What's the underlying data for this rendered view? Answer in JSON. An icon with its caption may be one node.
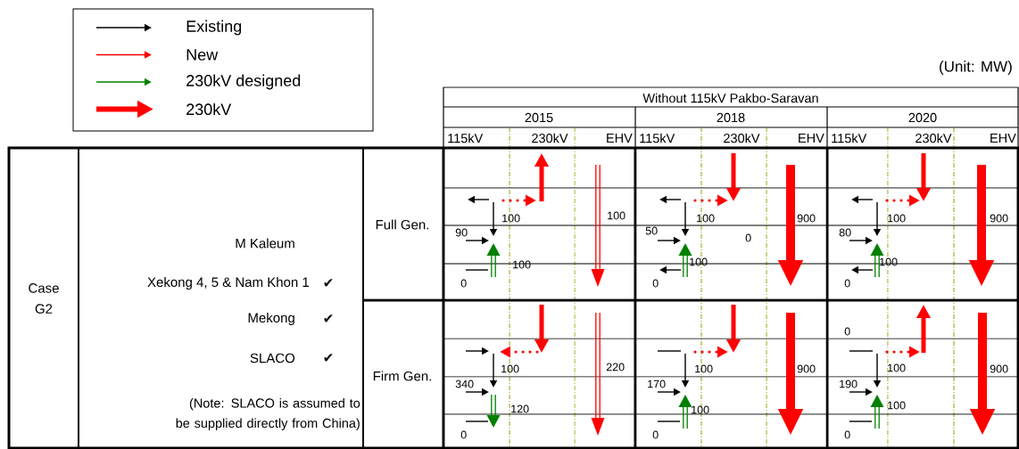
{
  "diagram": {
    "labels": [
      "(Unit: MW)",
      "Without 115kV Pakbo-Saravan",
      "2015",
      "2018",
      "2020",
      "115kV",
      "230kV",
      "EHV",
      "115kV",
      "230kV",
      "EHV",
      "115kV",
      "230kV",
      "EHV",
      "Case G2",
      "M Kaleum",
      "Xekong 4, 5 & Nam Khon 1",
      "✔",
      "Mekong",
      "✔",
      "SLACO",
      "✔",
      "(Note: SLACO is assumed to be supplied directly from China)",
      "Full Gen.",
      "100",
      "100",
      "90",
      "100",
      "0",
      "100",
      "900",
      "50",
      "0",
      "100",
      "0",
      "100",
      "900",
      "80",
      "100",
      "0",
      "Firm Gen.",
      "100",
      "220",
      "340",
      "120",
      "0",
      "100",
      "900",
      "170",
      "100",
      "0",
      "0",
      "100",
      "900",
      "190",
      "100",
      "0"
    ],
    "legend": [
      {
        "text": "Existing"
      },
      {
        "text": "New"
      },
      {
        "text": "230kV designed"
      },
      {
        "text": "230kV"
      }
    ]
  }
}
